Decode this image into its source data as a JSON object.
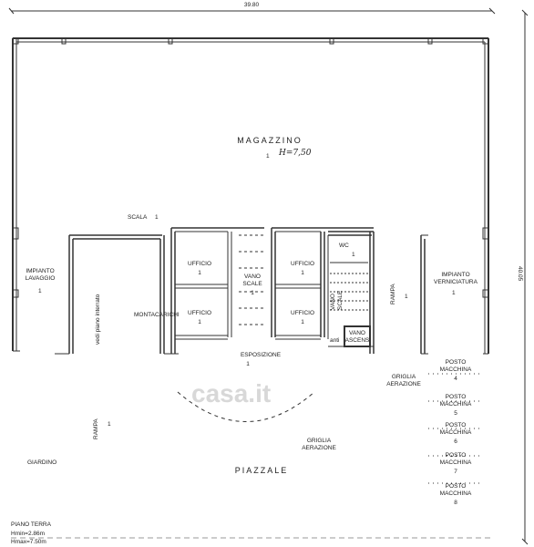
{
  "dimensions": {
    "width": "39.80",
    "height": "40.05"
  },
  "rooms": {
    "magazzino": {
      "name": "MAGAZZINO",
      "num": "1",
      "note": "H=7,50"
    },
    "scala": {
      "name": "SCALA",
      "num": "1"
    },
    "impianto_lavaggio": {
      "name": "IMPIANTO\nLAVAGGIO",
      "num": "1"
    },
    "vedi_piano": {
      "name": "vedi piano interrato"
    },
    "montacarichi": {
      "name": "MONTACARICHI"
    },
    "ufficio_1": {
      "name": "UFFICIO",
      "num": "1"
    },
    "ufficio_2": {
      "name": "UFFICIO",
      "num": "1"
    },
    "ufficio_3": {
      "name": "UFFICIO",
      "num": "1"
    },
    "ufficio_4": {
      "name": "UFFICIO",
      "num": "1"
    },
    "vano_scale_center": {
      "name": "VANO\nSCALE",
      "num": "1"
    },
    "wc": {
      "name": "WC",
      "num": "1"
    },
    "vano_scale_right": {
      "name": "VANO\nSCALE"
    },
    "anti": {
      "name": "anti"
    },
    "vano_ascens": {
      "name": "VANO\nASCENS"
    },
    "rampa_right": {
      "name": "RAMPA",
      "num": "1"
    },
    "impianto_verniciatura": {
      "name": "IMPIANTO\nVERNICIATURA",
      "num": "1"
    },
    "esposizione": {
      "name": "ESPOSIZIONE",
      "num": "1"
    },
    "griglia_1": {
      "name": "GRIGLIA\nAERAZIONE"
    },
    "griglia_2": {
      "name": "GRIGLIA\nAERAZIONE"
    },
    "rampa_left": {
      "name": "RAMPA",
      "num": "1"
    },
    "giardino": {
      "name": "GIARDINO"
    },
    "piazzale": {
      "name": "PIAZZALE"
    }
  },
  "posti": [
    {
      "name": "POSTO\nMACCHINA",
      "num": "4"
    },
    {
      "name": "POSTO\nMACCHINA",
      "num": "5"
    },
    {
      "name": "POSTO\nMACCHINA",
      "num": "6"
    },
    {
      "name": "POSTO\nMACCHINA",
      "num": "7"
    },
    {
      "name": "POSTO\nMACCHINA",
      "num": "8"
    }
  ],
  "legend": {
    "floor": "PIANO TERRA",
    "hmin": "Hmin=2.86m",
    "hmax": "Hmax=7.50m"
  },
  "watermark": "casa.it"
}
